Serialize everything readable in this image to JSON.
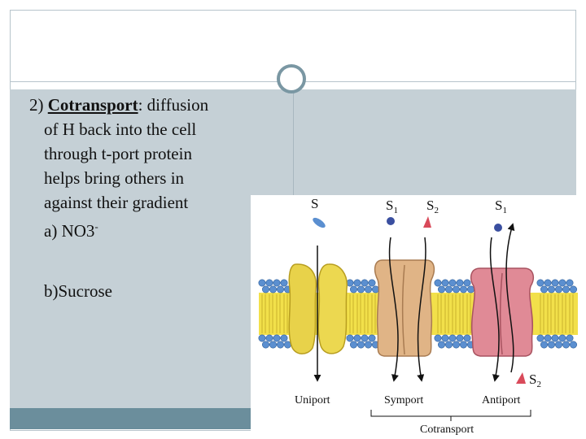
{
  "slide": {
    "item_number": "2)",
    "term": "Cotransport",
    "definition_after_term": ": diffusion",
    "lines": [
      "of H back into the cell",
      "through t-port protein",
      "helps bring others in",
      "against their gradient"
    ],
    "sub_a_text": "a) NO3",
    "sub_a_superscript": "-",
    "sub_b_text": "b)Sucrose"
  },
  "figure": {
    "substrate_labels": {
      "uniport": "S",
      "symport_1": "S",
      "symport_1_sub": "1",
      "symport_2": "S",
      "symport_2_sub": "2",
      "antiport_1": "S",
      "antiport_1_sub": "1",
      "antiport_2": "S",
      "antiport_2_sub": "2"
    },
    "transport_labels": {
      "uniport": "Uniport",
      "symport": "Symport",
      "antiport": "Antiport",
      "group": "Cotransport"
    },
    "colors": {
      "uniport_protein": "#e8d24a",
      "symport_protein": "#e0b486",
      "antiport_protein": "#e08a96",
      "head_groups": "#5b8fd0",
      "lipid_tails": "#f2e04a",
      "substrate_s1": "#3a4fa0",
      "substrate_s2": "#d94a5a",
      "substrate_uniport": "#5b8fd0"
    }
  }
}
